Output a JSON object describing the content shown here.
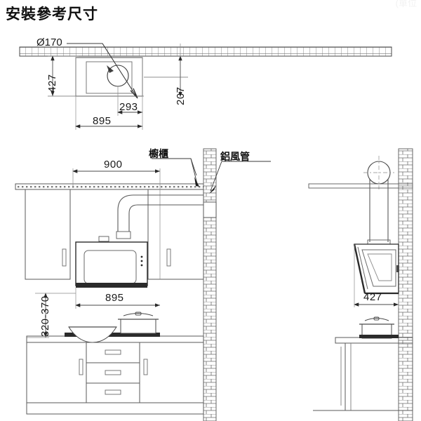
{
  "page": {
    "title": "安裝參考尺寸",
    "corner_fragment": "(單位"
  },
  "diagrams": {
    "top_view": {
      "name": "top-plan-view",
      "labels": {
        "diameter": "Ø170",
        "dim_427": "427",
        "dim_207": "207",
        "dim_293": "293",
        "dim_895": "895"
      }
    },
    "front_view": {
      "name": "front-elevation-view",
      "labels": {
        "dim_900": "900",
        "dim_895": "895",
        "dim_320_370": "320-370",
        "cabinet": "櫥櫃",
        "duct": "鋁風管"
      }
    },
    "side_view": {
      "name": "side-elevation-view",
      "labels": {
        "dim_427": "427"
      }
    }
  },
  "colors": {
    "line": "#3a3a3a",
    "line_light": "#8a8a8a",
    "text": "#1a1a1a",
    "hatch": "#6e6e6e",
    "fill_light": "#fbfbfb",
    "fill_dark": "#2b2b2b"
  }
}
